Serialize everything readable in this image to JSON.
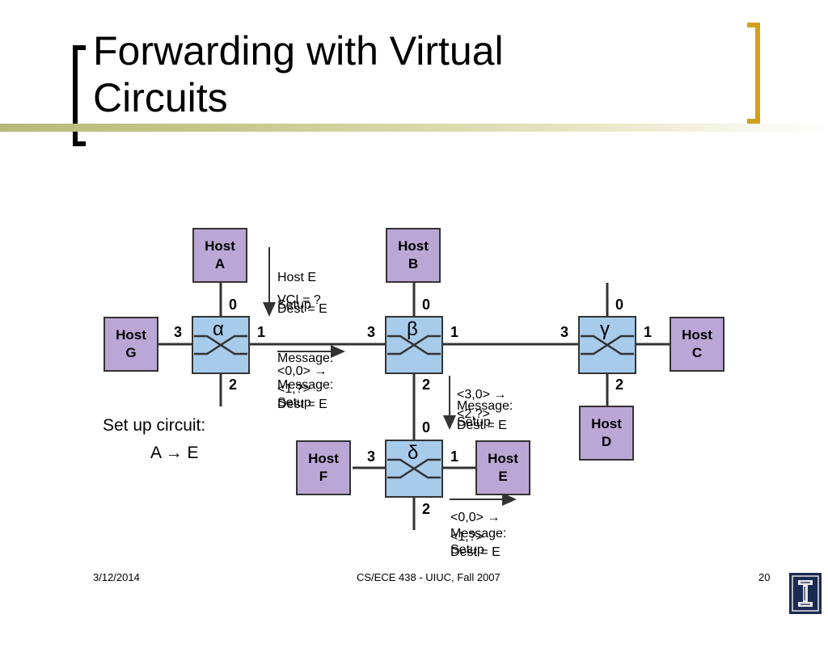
{
  "slide": {
    "title_line1": "Forwarding with Virtual",
    "title_line2": "Circuits"
  },
  "hosts": {
    "a": [
      "Host",
      "A"
    ],
    "b": [
      "Host",
      "B"
    ],
    "c": [
      "Host",
      "C"
    ],
    "d": [
      "Host",
      "D"
    ],
    "e": [
      "Host",
      "E"
    ],
    "f": [
      "Host",
      "F"
    ],
    "g": [
      "Host",
      "G"
    ]
  },
  "switches": {
    "alpha": "α",
    "beta": "β",
    "gamma": "γ",
    "delta": "δ"
  },
  "ports": {
    "p0": "0",
    "p1": "1",
    "p2": "2",
    "p3": "3"
  },
  "notes": {
    "n1": [
      "Setup",
      "Message:",
      "VCI = ?",
      "Dest = E"
    ],
    "n1_overlay": "Host E",
    "n2": [
      "Setup",
      "Message:",
      "<0,0> →",
      "<1,?>",
      "Dest = E"
    ],
    "n3": [
      "Setup",
      "Message:",
      "<3,0> →",
      "<2,?>",
      "Dest = E"
    ],
    "n4": [
      "Setup",
      "Message:",
      "<0,0> →",
      "<1,?>",
      "Dest = E"
    ]
  },
  "body": {
    "line1": "Set up circuit:",
    "line2": "A → E"
  },
  "footer": {
    "date": "3/12/2014",
    "course": "CS/ECE 438 - UIUC, Fall 2007",
    "page": "20"
  },
  "colors": {
    "host_fill": "#bba7d6",
    "switch_fill": "#a7cbeb",
    "accent_bracket": "#d4a017"
  }
}
